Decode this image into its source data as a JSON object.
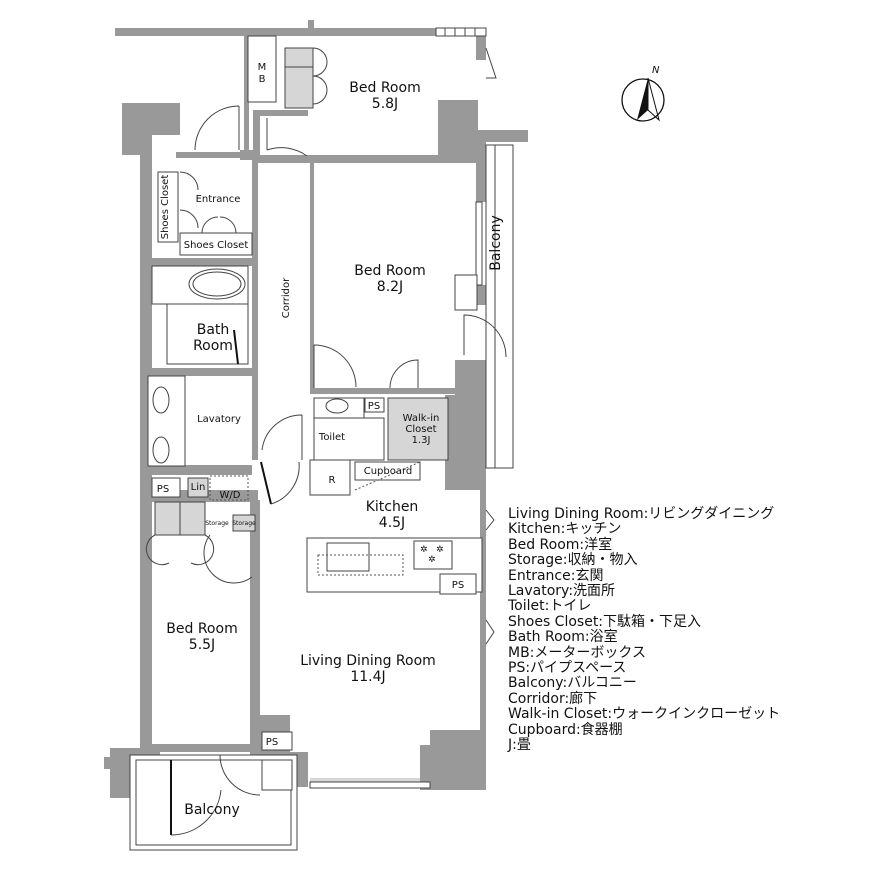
{
  "compass": {
    "label": "N"
  },
  "rooms": {
    "bed_room_north": {
      "name": "Bed Room",
      "size": "5.8J"
    },
    "bed_room_middle": {
      "name": "Bed Room",
      "size": "8.2J"
    },
    "bed_room_south": {
      "name": "Bed Room",
      "size": "5.5J"
    },
    "kitchen": {
      "name": "Kitchen",
      "size": "4.5J"
    },
    "living": {
      "name": "Living Dining Room",
      "size": "11.4J"
    },
    "walk_in": {
      "name1": "Walk-in",
      "name2": "Closet",
      "size": "1.3J"
    },
    "bath": {
      "name1": "Bath",
      "name2": "Room"
    },
    "mb": {
      "l1": "M",
      "l2": "B"
    },
    "entrance": "Entrance",
    "shoes_closet_v": "Shoes Closet",
    "shoes_closet_h": "Shoes Closet",
    "corridor": "Corridor",
    "balcony_east": "Balcony",
    "balcony_south": "Balcony",
    "lavatory": "Lavatory",
    "toilet": "Toilet",
    "cupboard": "Cupboard",
    "refrigerator": "R",
    "linen": "Lin",
    "washer": "W/D",
    "storage1": "Storage",
    "storage2": "Storage",
    "ps_toilet": "PS",
    "ps_lavatory": "PS",
    "ps_kitchen": "PS",
    "ps_living": "PS"
  },
  "legend": [
    "Living Dining Room:リビングダイニング",
    "Kitchen:キッチン",
    "Bed Room:洋室",
    "Storage:収納・物入",
    "Entrance:玄関",
    "Lavatory:洗面所",
    "Toilet:トイレ",
    "Shoes Closet:下駄箱・下足入",
    "Bath Room:浴室",
    "MB:メーターボックス",
    "PS:パイプスペース",
    "Balcony:バルコニー",
    "Corridor:廊下",
    "Walk-in Closet:ウォークインクローゼット",
    "Cupboard:食器棚",
    "J:畳"
  ],
  "colors": {
    "wall": "#999999",
    "closet": "#d6d6d6",
    "line": "#444444"
  }
}
